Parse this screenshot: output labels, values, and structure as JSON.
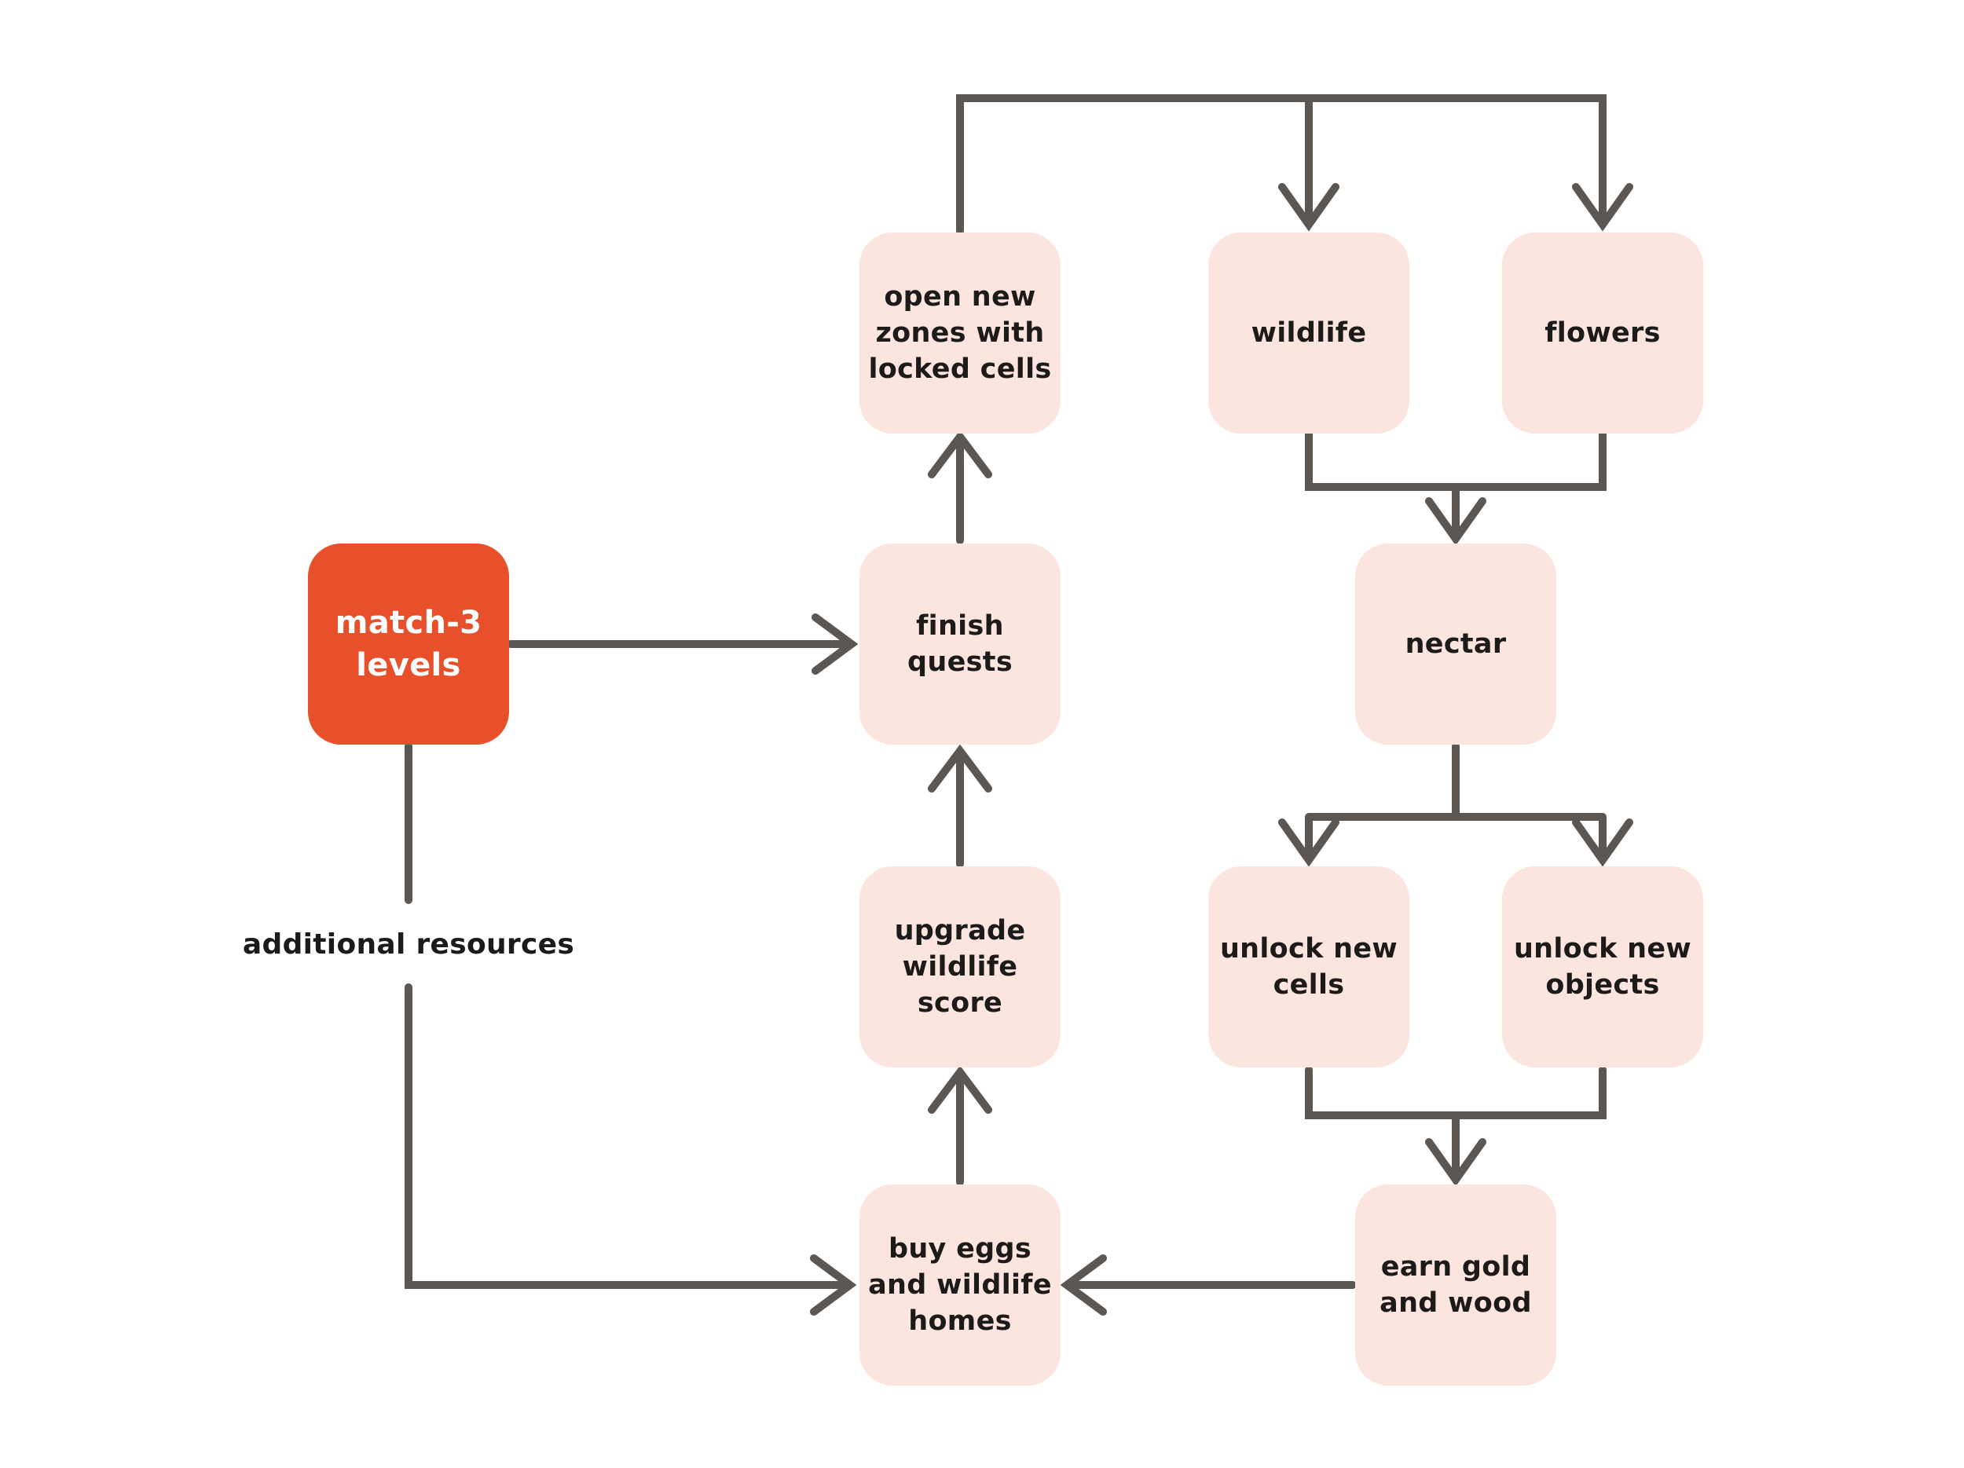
{
  "diagram": {
    "background_color": "#ffffff",
    "highlight_node_color": "#e8502c",
    "default_node_color": "#fce4df",
    "connector_color": "#5d5753",
    "node_text_color": "#1d1b1a",
    "highlight_text_color": "#ffffff",
    "arrow_style": "open-chevron"
  },
  "nodes": {
    "match3": {
      "label": "match-3\nlevels",
      "type": "highlight"
    },
    "finish_quests": {
      "label": "finish\nquests",
      "type": "default"
    },
    "open_new_zones": {
      "label": "open new\nzones with\nlocked cells",
      "type": "default"
    },
    "wildlife": {
      "label": "wildlife",
      "type": "default"
    },
    "flowers": {
      "label": "flowers",
      "type": "default"
    },
    "nectar": {
      "label": "nectar",
      "type": "default"
    },
    "upgrade_wildlife_score": {
      "label": "upgrade\nwildlife\nscore",
      "type": "default"
    },
    "unlock_new_cells": {
      "label": "unlock new\ncells",
      "type": "default"
    },
    "unlock_new_objects": {
      "label": "unlock new\nobjects",
      "type": "default"
    },
    "buy_eggs": {
      "label": "buy eggs\nand wildlife\nhomes",
      "type": "default"
    },
    "earn_gold": {
      "label": "earn gold\nand wood",
      "type": "default"
    }
  },
  "labels": {
    "additional_resources": "additional resources"
  },
  "edges": [
    {
      "from": "match-3 levels",
      "to": "finish quests"
    },
    {
      "from": "match-3 levels",
      "to": "buy eggs and wildlife homes",
      "label": "additional resources"
    },
    {
      "from": "upgrade wildlife score",
      "to": "finish quests"
    },
    {
      "from": "buy eggs and wildlife homes",
      "to": "upgrade wildlife score"
    },
    {
      "from": "finish quests",
      "to": "open new zones with locked cells"
    },
    {
      "from": "open new zones with locked cells",
      "to": "wildlife"
    },
    {
      "from": "open new zones with locked cells",
      "to": "flowers"
    },
    {
      "from": "wildlife",
      "to": "nectar"
    },
    {
      "from": "flowers",
      "to": "nectar"
    },
    {
      "from": "nectar",
      "to": "unlock new cells"
    },
    {
      "from": "nectar",
      "to": "unlock new objects"
    },
    {
      "from": "unlock new cells",
      "to": "earn gold and wood"
    },
    {
      "from": "unlock new objects",
      "to": "earn gold and wood"
    },
    {
      "from": "earn gold and wood",
      "to": "buy eggs and wildlife homes"
    }
  ]
}
